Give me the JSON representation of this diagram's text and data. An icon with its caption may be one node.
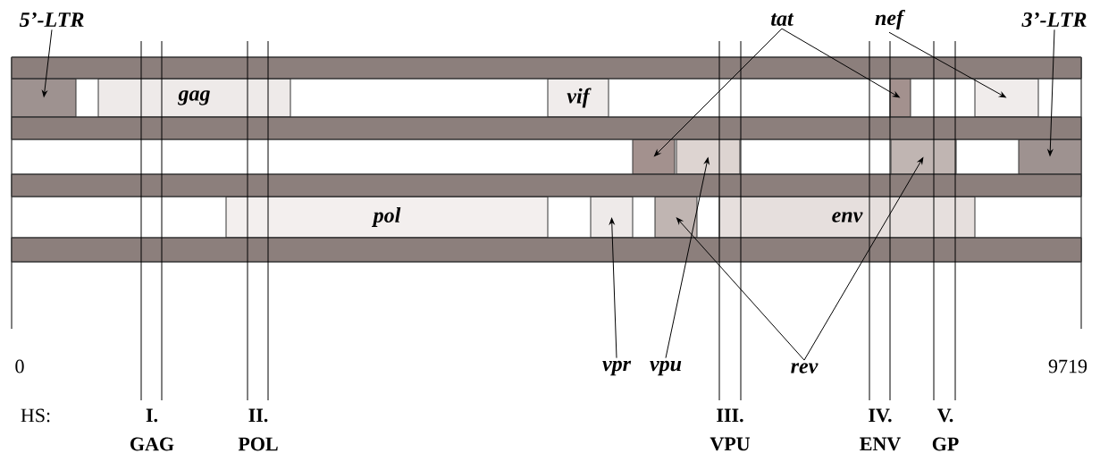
{
  "diagram": {
    "nodes": [
      {
        "text": [
          "5’-LTR"
        ]
      },
      {
        "text": [
          "tat"
        ]
      },
      {
        "text": [
          "nef"
        ]
      },
      {
        "text": [
          "3’-LTR"
        ]
      },
      {
        "text": [],
        "shape": "box"
      },
      {
        "text": [
          "gag"
        ]
      },
      {
        "text": [
          "vif"
        ]
      },
      {
        "text": [],
        "shape": "box"
      },
      {
        "text": [],
        "shape": "box"
      },
      {
        "text": [],
        "shape": "box"
      },
      {
        "text": [],
        "shape": "box"
      },
      {
        "text": [],
        "shape": "box"
      },
      {
        "text": [],
        "shape": "box"
      },
      {
        "text": [
          "pol"
        ]
      },
      {
        "text": [],
        "shape": "box"
      },
      {
        "text": [],
        "shape": "box"
      },
      {
        "text": [
          "env"
        ]
      },
      {
        "text": [
          "vpr"
        ]
      },
      {
        "text": [
          "vpu"
        ]
      },
      {
        "text": [
          "rev"
        ]
      },
      {
        "text": [],
        "shape": "bar"
      },
      {
        "text": [],
        "shape": "bar"
      },
      {
        "text": [],
        "shape": "bar"
      },
      {
        "text": [],
        "shape": "bar"
      }
    ],
    "edges": [
      {
        "from": 0,
        "to": 4,
        "arrow": "to"
      },
      {
        "from": 1,
        "to": 9,
        "arrow": "to"
      },
      {
        "from": 1,
        "to": 7,
        "arrow": "to"
      },
      {
        "from": 2,
        "to": 8,
        "arrow": "to"
      },
      {
        "from": 3,
        "to": 12,
        "arrow": "to"
      },
      {
        "from": 17,
        "to": 14,
        "arrow": "to"
      },
      {
        "from": 18,
        "to": 10,
        "arrow": "to"
      },
      {
        "from": 19,
        "to": 15,
        "arrow": "to"
      },
      {
        "from": 19,
        "to": 11,
        "arrow": "to"
      }
    ],
    "labels": [
      "0",
      "9719",
      "HS:",
      "I.",
      "GAG",
      "II.",
      "POL",
      "III.",
      "VPU",
      "IV.",
      "ENV",
      "V.",
      "GP"
    ]
  }
}
